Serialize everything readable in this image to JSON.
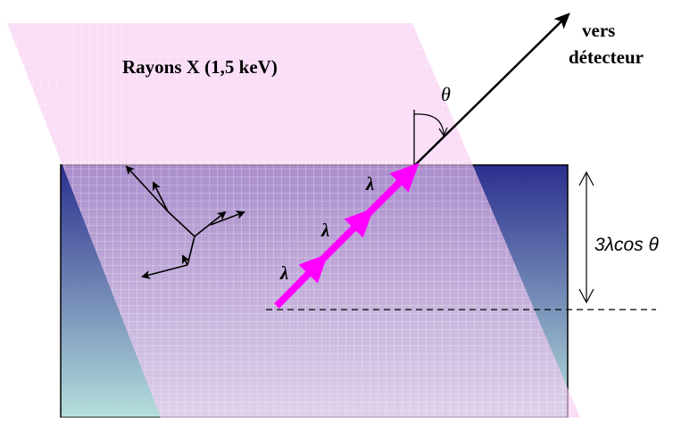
{
  "labels": {
    "beam": "Rayons X (1,5 keV)",
    "detector_line1": "vers",
    "detector_line2": "détecteur",
    "angle": "θ",
    "depth": "3λcos θ",
    "lambda": "λ"
  },
  "colors": {
    "beam_fill": "#f7c8f2",
    "beam_grid": "#ffffff",
    "sample_top": "#2c2f8e",
    "sample_bottom": "#b5dfdc",
    "photoelectron_arrow": "#ff00ff",
    "line": "#000000"
  }
}
